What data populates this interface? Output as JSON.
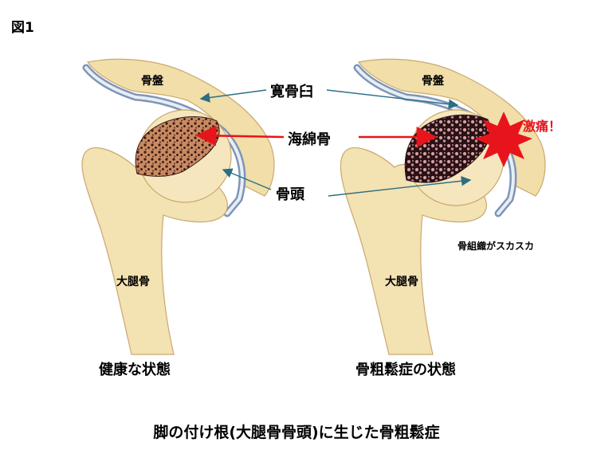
{
  "figure_label": "図1",
  "labels": {
    "pelvis": "骨盤",
    "acetabulum": "寛骨臼",
    "cancellous_bone": "海綿骨",
    "femoral_head": "骨頭",
    "femur": "大腿骨",
    "severe_pain": "激痛！",
    "porous_tissue": "骨組織がスカスカ"
  },
  "captions": {
    "healthy": "健康な状態",
    "osteoporosis": "骨粗鬆症の状態"
  },
  "title": "脚の付け根(大腿骨骨頭)に生じた骨粗鬆症",
  "colors": {
    "arrow_red": "#e8141b",
    "arrow_blue": "#2c6e84",
    "pain_red": "#e8141b",
    "bone_fill": "#f3e2b2"
  }
}
